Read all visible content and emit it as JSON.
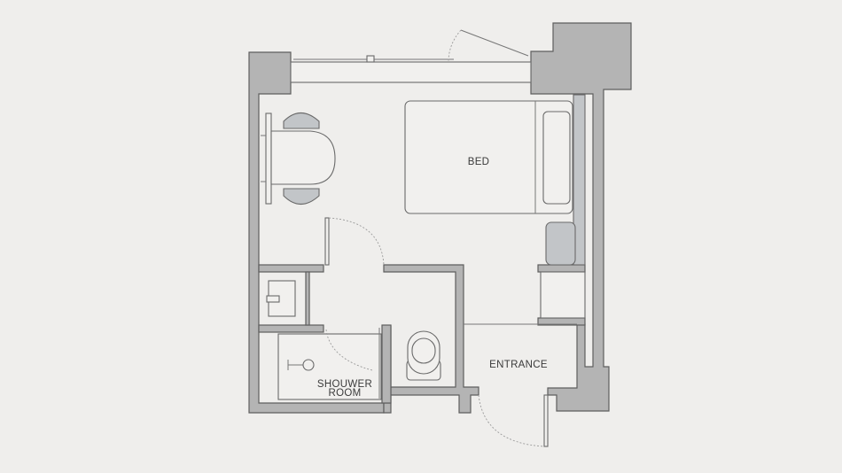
{
  "labels": {
    "bed": "BED",
    "entrance": "ENTRANCE",
    "shower_line1": "SHOUWER",
    "shower_line2": "ROOM"
  },
  "colors": {
    "background": "#efeeec",
    "wall_fill": "#b4b4b4",
    "wall_stroke": "#5e5e5e",
    "fixture_dark": "#c2c5c8"
  }
}
